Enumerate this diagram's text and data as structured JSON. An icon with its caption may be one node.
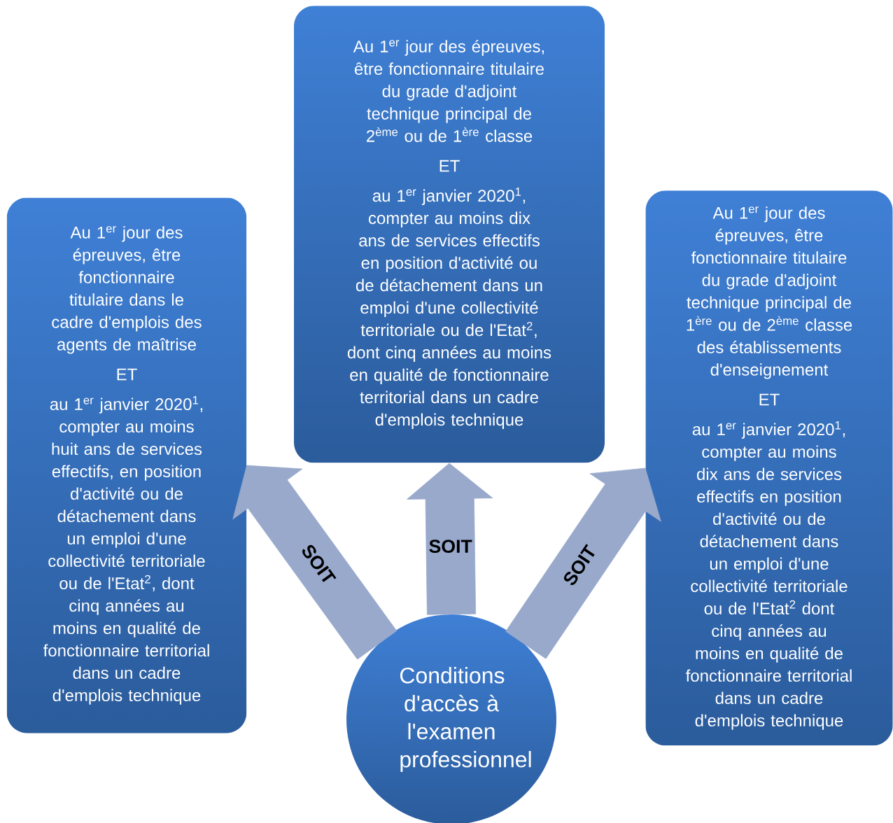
{
  "diagram": {
    "nodes": [
      {
        "text": [
          "Conditions d'accès à l'examen professionnel"
        ]
      },
      {
        "text": [
          "Au 1$^{er}$ jour des épreuves, être fonctionnaire titulaire dans le cadre d'emplois des agents de maîtrise",
          "ET",
          "au 1$^{er}$ janvier 2020$^{1}$, compter  au moins huit ans de services effectifs, en position d'activité ou de détachement dans un emploi d'une collectivité territoriale ou de l'Etat$^{2}$, dont cinq années au moins en qualité de fonctionnaire territorial dans un cadre d'emplois technique"
        ]
      },
      {
        "text": [
          "Au 1$^{er}$ jour des épreuves, être fonctionnaire titulaire du grade d'adjoint technique principal de 2$^{ème}$ ou de 1$^{ère}$ classe",
          "ET",
          "au 1$^{er}$ janvier 2020$^{1}$,  compter au moins dix ans de services effectifs en position d'activité ou de détachement dans un emploi d'une collectivité territoriale ou de l'Etat$^{2}$, dont cinq années au moins en qualité de fonctionnaire territorial dans un cadre d'emplois technique"
        ]
      },
      {
        "text": [
          "Au 1$^{er}$ jour des épreuves, être fonctionnaire titulaire du grade d'adjoint technique principal de 1$^{ère}$ ou de 2$^{ème}$ classe des établissements d'enseignement",
          "ET",
          "au 1$^{er}$ janvier 2020$^{1}$, compter au moins dix ans de services effectifs en position d'activité ou de détachement dans un emploi d'une collectivité territoriale ou de l'Etat$^{2}$ dont cinq années au moins en qualité de fonctionnaire territorial dans un cadre d'emplois technique"
        ]
      }
    ],
    "edges": [
      {
        "from": 0,
        "to": 1,
        "arrow": "to",
        "label": "SOIT"
      },
      {
        "from": 0,
        "to": 2,
        "arrow": "to",
        "label": "SOIT"
      },
      {
        "from": 0,
        "to": 3,
        "arrow": "to",
        "label": "SOIT"
      }
    ]
  }
}
